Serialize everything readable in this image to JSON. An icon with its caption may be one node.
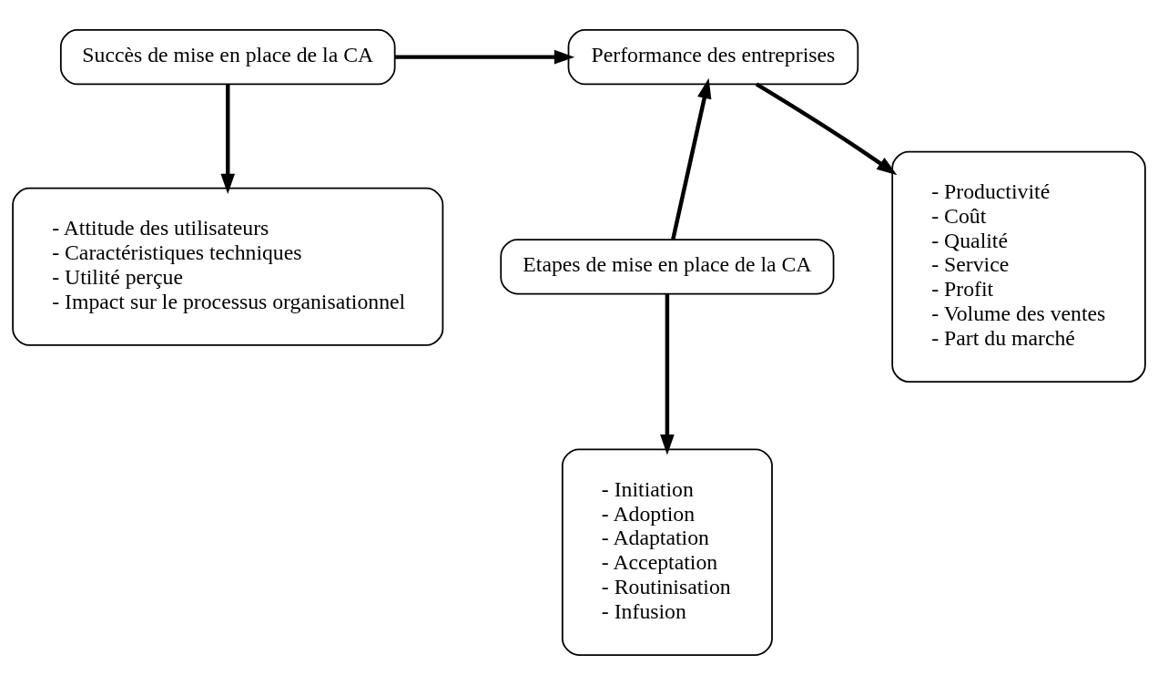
{
  "diagram": {
    "nodes": [
      {
        "text": [
          "Succès de mise en place de la CA"
        ]
      },
      {
        "text": [
          "Performance des entreprises"
        ]
      },
      {
        "text": [
          "- Attitude des utilisateurs",
          "- Caractéristiques techniques",
          "- Utilité perçue",
          "- Impact sur le processus organisationnel"
        ]
      },
      {
        "text": [
          "Etapes de mise en place de la CA"
        ]
      },
      {
        "text": [
          "- Initiation",
          "- Adoption",
          "- Adaptation",
          "- Acceptation",
          "- Routinisation",
          "- Infusion"
        ]
      },
      {
        "text": [
          "- Productivité",
          "- Coût",
          "- Qualité",
          "- Service",
          "- Profit",
          "- Volume des ventes",
          "- Part du marché"
        ]
      }
    ],
    "edges": [
      {
        "from": 0,
        "to": 1,
        "arrow": "to"
      },
      {
        "from": 0,
        "to": 2,
        "arrow": "to"
      },
      {
        "from": 3,
        "to": 1,
        "arrow": "to"
      },
      {
        "from": 1,
        "to": 5,
        "arrow": "to"
      },
      {
        "from": 3,
        "to": 4,
        "arrow": "to"
      }
    ]
  }
}
